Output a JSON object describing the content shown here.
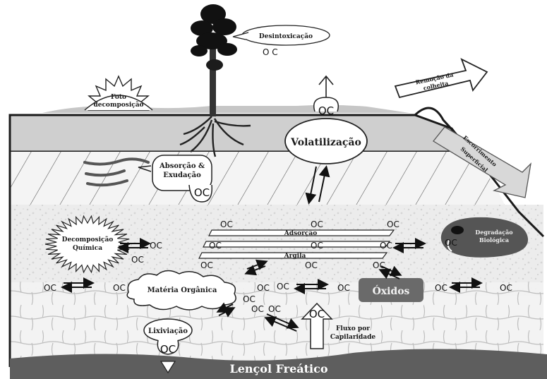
{
  "labels": {
    "photodecomposition": [
      "Foto",
      "decomposição"
    ],
    "deintoxication": "Desintoxicação",
    "deintoxication_mark": "O   C",
    "crop_removal": [
      "Remoção da",
      "colheita"
    ],
    "volatilization": "Volatilização",
    "absorption": [
      "Absorção &",
      "Exudação"
    ],
    "surface_runoff": [
      "Escorrimento",
      "Superficial"
    ],
    "chemical_decomposition": [
      "Decomposição",
      "Química"
    ],
    "adsorption": "Adsorção",
    "clay": "Argila",
    "biological_degradation": [
      "Degradação",
      "Biológica"
    ],
    "organic_matter": "Matéria Orgânica",
    "oxides": "Óxidos",
    "leaching": "Lixiviação",
    "capillary_flow": [
      "Fluxo por",
      "Capilaridade"
    ],
    "water_table": "Lençol Freático"
  },
  "compound": "OC",
  "colors": {
    "ground": "#b9b9b9",
    "soil_top": "#cfcfcf",
    "soil_mid": "#e6e6e6",
    "water_table": "#5e5e5e",
    "oxide_box": "#6a6a6a",
    "dark": "#222222"
  }
}
